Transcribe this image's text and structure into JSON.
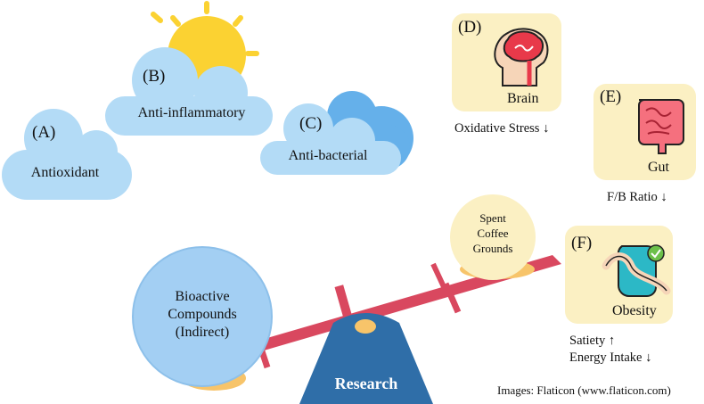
{
  "clouds": {
    "a": {
      "letter": "(A)",
      "label": "Antioxidant"
    },
    "b": {
      "letter": "(B)",
      "label": "Anti-inflammatory"
    },
    "c": {
      "letter": "(C)",
      "label": "Anti-bacterial"
    }
  },
  "cards": {
    "d": {
      "letter": "(D)",
      "name": "Brain",
      "icon": "brain-icon",
      "effect": "Oxidative Stress ↓"
    },
    "e": {
      "letter": "(E)",
      "name": "Gut",
      "icon": "intestine-icon",
      "effect": "F/B Ratio ↓"
    },
    "f": {
      "letter": "(F)",
      "name": "Obesity",
      "icon": "obesity-icon",
      "effect_1": "Satiety ↑",
      "effect_2": "Energy Intake ↓"
    }
  },
  "seesaw": {
    "left_ball": [
      "Bioactive",
      "Compounds",
      "(Indirect)"
    ],
    "right_ball": [
      "Spent",
      "Coffee",
      "Grounds"
    ],
    "fulcrum_label": "Research"
  },
  "credit": "Images: Flaticon (www.flaticon.com)",
  "colors": {
    "cloud_light": "#b3dbf6",
    "cloud_dark": "#65b0ea",
    "sun": "#fbd232",
    "card_bg": "#fbf0c3",
    "beam": "#d9485f",
    "fulcrum": "#2f6ea8",
    "ball_big": "#a3cff3",
    "ball_small": "#fbf0c3",
    "ball_base": "#f7c46a"
  }
}
